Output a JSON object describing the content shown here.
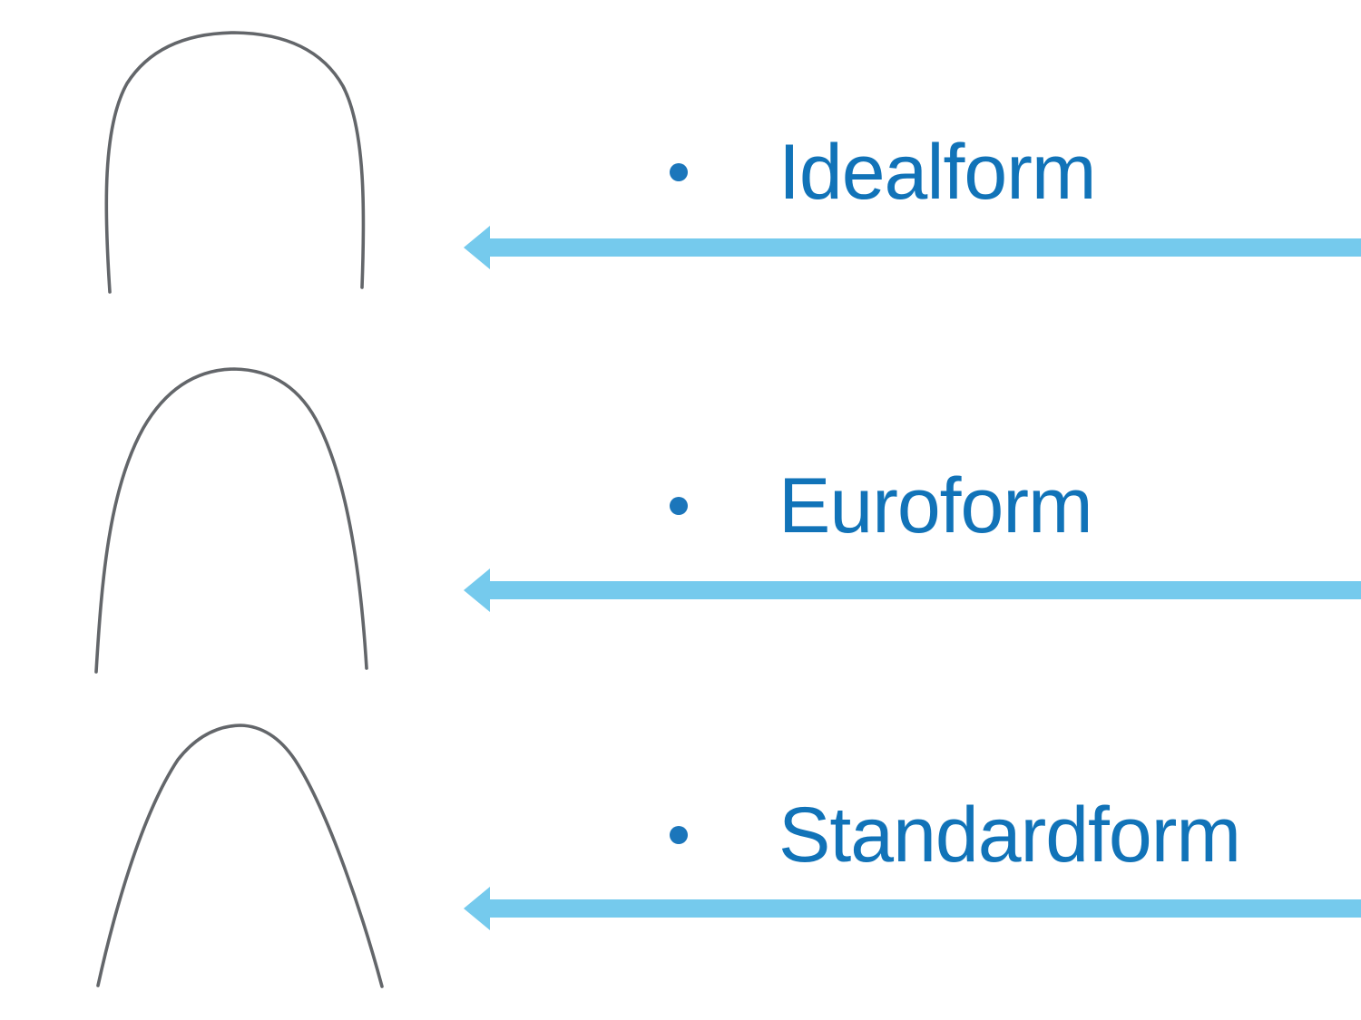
{
  "slide": {
    "items": [
      {
        "label": "Idealform"
      },
      {
        "label": "Euroform"
      },
      {
        "label": "Standardform"
      }
    ],
    "wire_shapes": [
      "archwire-idealform",
      "archwire-euroform",
      "archwire-standardform"
    ]
  },
  "colors": {
    "background": "#ffffff",
    "label_text": "#1173b8",
    "bullet": "#1b76bb",
    "arrow": "#75caed",
    "wire": "#63666a"
  }
}
